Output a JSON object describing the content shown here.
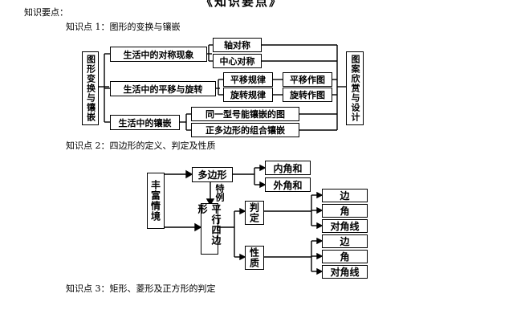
{
  "top_banner": "《知识要点》",
  "section_label": "知识要点：",
  "points": {
    "p1": "知识点 1：图形的变换与镶嵌",
    "p2": "知识点 2：四边形的定义、判定及性质",
    "p3": "知识点 3：矩形、菱形及正方形的判定"
  },
  "diagram1": {
    "root": "图形变换与镶嵌",
    "branch_sym": "生活中的对称现象",
    "axis_sym": "轴对称",
    "center_sym": "中心对称",
    "branch_move": "生活中的平移与旋转",
    "translate_rule": "平移规律",
    "translate_draw": "平移作图",
    "rotate_rule": "旋转规律",
    "rotate_draw": "旋转作图",
    "branch_tile": "生活中的镶嵌",
    "tile_same": "同一型号能镶嵌的图",
    "tile_poly": "正多边形的组合镶嵌",
    "right": "图案欣赏与设计"
  },
  "diagram2": {
    "rich": "丰富情境",
    "polygon": "多边形",
    "interior": "内角和",
    "exterior": "外角和",
    "special": "特例",
    "parallelogram": "平行四边形",
    "judge": "判定",
    "property": "性质",
    "j_side": "边",
    "j_angle": "角",
    "j_diag": "对角线",
    "p_side": "边",
    "p_angle": "角",
    "p_diag": "对角线"
  }
}
